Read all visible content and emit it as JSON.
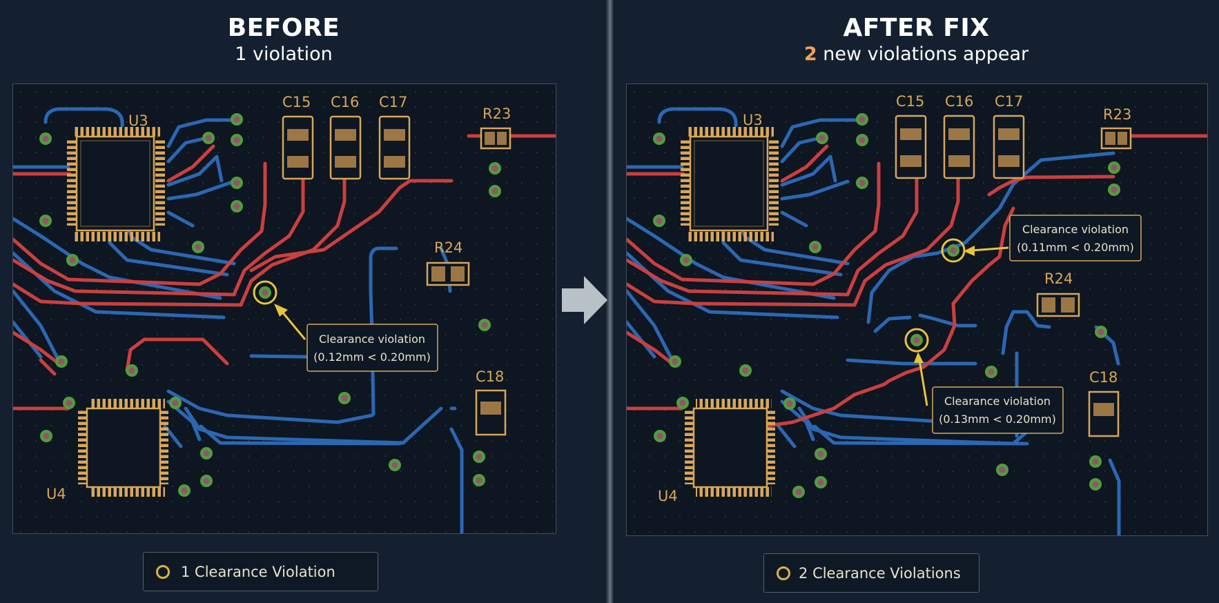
{
  "before": {
    "title": "BEFORE",
    "subtitle": "1 violation",
    "components": {
      "u3": "U3",
      "u4": "U4",
      "c15": "C15",
      "c16": "C16",
      "c17": "C17",
      "c18": "C18",
      "r23": "R23",
      "r24": "R24"
    },
    "violations": [
      {
        "line1": "Clearance violation",
        "line2": "(0.12mm < 0.20mm)"
      }
    ],
    "status": {
      "text": "1 Clearance Violation"
    }
  },
  "after": {
    "title": "AFTER FIX",
    "subtitle_count": "2",
    "subtitle_text": "new violations appear",
    "components": {
      "u3": "U3",
      "u4": "U4",
      "c15": "C15",
      "c16": "C16",
      "c17": "C17",
      "c18": "C18",
      "r23": "R23",
      "r24": "R24"
    },
    "violations": [
      {
        "line1": "Clearance violation",
        "line2": "(0.11mm < 0.20mm)"
      },
      {
        "line1": "Clearance violation",
        "line2": "(0.13mm < 0.20mm)"
      }
    ],
    "status": {
      "count": "2",
      "text": "Clearance Violations"
    }
  },
  "icons": {
    "marker": "violation-ring-icon",
    "arrow": "right-arrow-icon"
  },
  "colors": {
    "top_copper": "#cc3f3f",
    "bottom_copper": "#2c67b3",
    "pad": "#d8a758",
    "via_ring": "#4f9d3f",
    "highlight": "#e8c33c",
    "accent": "#f0a352"
  }
}
